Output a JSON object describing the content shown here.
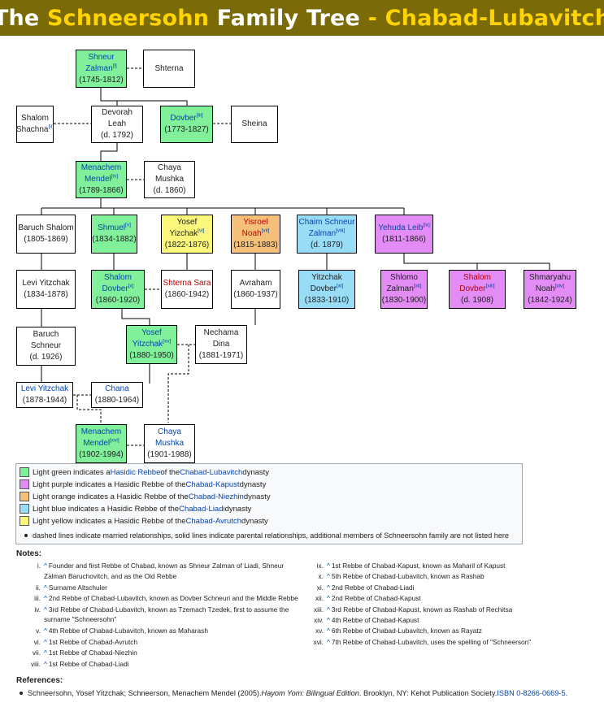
{
  "banner": {
    "part1": "The ",
    "part2": "Schneersohn",
    "part3": " Family Tree",
    "part4": " - ",
    "part5": "Chabad-Lubavitch"
  },
  "colors": {
    "lubavitch": "#80f09b",
    "kapust": "#e48cf5",
    "niezhin": "#f5c07a",
    "liadi": "#99dcf5",
    "avrutch": "#fbf77c",
    "link": "#0645ad",
    "redlink": "#ba0000"
  },
  "people": {
    "shneur_zalman": {
      "l1": "Shneur",
      "l2": "Zalman",
      "sup": "[i]",
      "years": "(1745-1812)"
    },
    "shterna": {
      "name": "Shterna"
    },
    "shalom_shachna": {
      "l1": "Shalom",
      "l2": "Shachna",
      "sup": "[ii]"
    },
    "devorah_leah": {
      "l1": "Devorah",
      "l2": "Leah",
      "years": "(d. 1792)"
    },
    "dovber": {
      "l1": "Dovber",
      "sup": "[iii]",
      "years": "(1773-1827)"
    },
    "sheina": {
      "name": "Sheina"
    },
    "menachem_mendel_1": {
      "l1": "Menachem",
      "l2": "Mendel",
      "sup": "[iv]",
      "years": "(1789-1866)"
    },
    "chaya_mushka_1": {
      "l1": "Chaya",
      "l2": "Mushka",
      "years": "(d. 1860)"
    },
    "baruch_shalom": {
      "l1": "Baruch Shalom",
      "years": "(1805-1869)"
    },
    "shmuel": {
      "l1": "Shmuel",
      "sup": "[v]",
      "years": "(1834-1882)"
    },
    "yosef_yizchak": {
      "l1": "Yosef",
      "l2": "Yizchak",
      "sup": "[vi]",
      "years": "(1822-1876)"
    },
    "yisroel_noah": {
      "l1": "Yisroel",
      "l2": "Noah",
      "sup": "[vii]",
      "years": "(1815-1883)"
    },
    "chaim_schneur_zalman": {
      "l1": "Chaim Schneur",
      "l2": "Zalman",
      "sup": "[viii]",
      "years": "(d. 1879)"
    },
    "yehuda_leib": {
      "l1": "Yehuda Leib",
      "sup": "[ix]",
      "years": "(1811-1866)"
    },
    "levi_yitzchak_1": {
      "l1": "Levi Yitzchak",
      "years": "(1834-1878)"
    },
    "shalom_dovber": {
      "l1": "Shalom",
      "l2": "Dovber",
      "sup": "[x]",
      "years": "(1860-1920)"
    },
    "shterna_sara": {
      "l1": "Shterna Sara",
      "years": "(1860-1942)"
    },
    "avraham": {
      "l1": "Avraham",
      "years": "(1860-1937)"
    },
    "yitzchak_dovber": {
      "l1": "Yitzchak",
      "l2": "Dovber",
      "sup": "[xi]",
      "years": "(1833-1910)"
    },
    "shlomo_zalman": {
      "l1": "Shlomo",
      "l2": "Zalman",
      "sup": "[xii]",
      "years": "(1830-1900)"
    },
    "shalom_dovber_k": {
      "l1": "Shalom",
      "l2": "Dovber",
      "sup": "[xiii]",
      "years": "(d. 1908)"
    },
    "shmaryahu_noah": {
      "l1": "Shmaryahu",
      "l2": "Noah",
      "sup": "[xiv]",
      "years": "(1842-1924)"
    },
    "baruch_schneur": {
      "l1": "Baruch",
      "l2": "Schneur",
      "years": "(d. 1926)"
    },
    "yosef_yitzchak": {
      "l1": "Yosef",
      "l2": "Yitzchak",
      "sup": "[xv]",
      "years": "(1880-1950)"
    },
    "nechama_dina": {
      "l1": "Nechama",
      "l2": "Dina",
      "years": "(1881-1971)"
    },
    "levi_yitzchak_2": {
      "l1": "Levi Yitzchak",
      "years": "(1878-1944)"
    },
    "chana": {
      "l1": "Chana",
      "years": "(1880-1964)"
    },
    "menachem_mendel_2": {
      "l1": "Menachem",
      "l2": "Mendel",
      "sup": "[xvi]",
      "years": "(1902-1994)"
    },
    "chaya_mushka_2": {
      "l1": "Chaya",
      "l2": "Mushka",
      "years": "(1901-1988)"
    }
  },
  "legend": [
    {
      "pre": "Light green indicates a ",
      "link1": "Hasidic Rebbe",
      "mid": " of the ",
      "link2": "Chabad-Lubavitch",
      "post": " dynasty"
    },
    {
      "pre": "Light purple indicates a Hasidic Rebbe of the ",
      "link1": "",
      "mid": "",
      "link2": "Chabad-Kapust",
      "post": " dynasty"
    },
    {
      "pre": "Light orange indicates a Hasidic Rebbe of the ",
      "link1": "",
      "mid": "",
      "link2": "Chabad-Niezhin",
      "post": " dynasty"
    },
    {
      "pre": "Light blue indicates a Hasidic Rebbe of the ",
      "link1": "",
      "mid": "",
      "link2": "Chabad-Liadi",
      "post": " dynasty"
    },
    {
      "pre": "Light yellow indicates a Hasidic Rebbe of the ",
      "link1": "",
      "mid": "",
      "link2": "Chabad-Avrutch",
      "post": " dynasty"
    }
  ],
  "legend_note": "dashed lines indicate married relationships, solid lines indicate parental relationships, additional members of Schneersohn family are not listed here",
  "notes_heading": "Notes:",
  "notes": [
    {
      "num": "i.",
      "caret": "^",
      "text": "Founder and first Rebbe of Chabad, known as Shneur Zalman of Liadi, Shneur",
      "text2": "Zalman Baruchovitch, and as the Old Rebbe"
    },
    {
      "num": "ii.",
      "caret": "^",
      "text": "Surname Altschuler"
    },
    {
      "num": "iii.",
      "caret": "^",
      "text": "2nd Rebbe of Chabad-Lubavitch, known as Dovber Schneuri and the Middle Rebbe"
    },
    {
      "num": "iv.",
      "caret": "^",
      "text": "3rd Rebbe of Chabad-Lubavitch, known as Tzemach Tzedek, first to assume the",
      "text2": "surname \"Schneersohn\""
    },
    {
      "num": "v.",
      "caret": "^",
      "text": "4th Rebbe of Chabad-Lubavitch, known as Maharash"
    },
    {
      "num": "vi.",
      "caret": "^",
      "text": "1st Rebbe of Chabad-Avrutch"
    },
    {
      "num": "vii.",
      "caret": "^",
      "text": "1st Rebbe of Chabad-Niezhin"
    },
    {
      "num": "viii.",
      "caret": "^",
      "text": "1st Rebbe of Chabad-Liadi"
    },
    {
      "num": "ix.",
      "caret": "^",
      "text": "1st Rebbe of Chabad-Kapust, known as Maharil of Kapust"
    },
    {
      "num": "x.",
      "caret": "^",
      "text": "5th Rebbe of Chabad-Lubavitch, known as Rashab"
    },
    {
      "num": "xi.",
      "caret": "^",
      "text": "2nd Rebbe of Chabad-Liadi"
    },
    {
      "num": "xii.",
      "caret": "^",
      "text": "2nd Rebbe of Chabad-Kapust"
    },
    {
      "num": "xiii.",
      "caret": "^",
      "text": "3rd Rebbe of Chabad-Kapust, known as Rashab of Rechitsa"
    },
    {
      "num": "xiv.",
      "caret": "^",
      "text": "4th Rebbe of Chabad-Kapust"
    },
    {
      "num": "xv.",
      "caret": "^",
      "text": "6th Rebbe of Chabad-Lubavitch, known as Rayatz"
    },
    {
      "num": "xvi.",
      "caret": "^",
      "text": "7th Rebbe of Chabad-Lubavitch, uses the spelling of \"Schneerson\""
    }
  ],
  "refs_heading": "References:",
  "reference": {
    "pre": "Schneersohn, Yosef Yitzchak; Schneerson, Menachem Mendel (2005). ",
    "title": "Hayom Yom: Bilingual Edition",
    "post": ". Brooklyn, NY: Kehot Publication Society. ",
    "isbn": "ISBN 0-8266-0669-5",
    "end": "."
  }
}
